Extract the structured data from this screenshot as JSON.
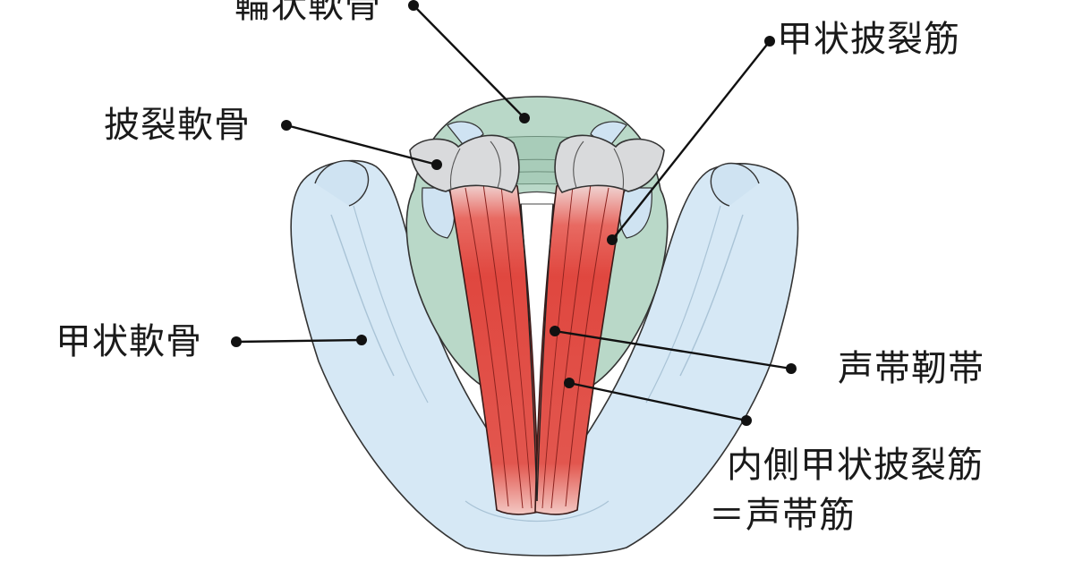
{
  "labels": {
    "cricoid": "輪状軟骨",
    "thyroarytenoid": "甲状披裂筋",
    "arytenoid": "披裂軟骨",
    "thyroid": "甲状軟骨",
    "vocal_ligament": "声帯靭帯",
    "internal_thyroarytenoid": "内側甲状披裂筋",
    "vocalis": "＝声帯筋"
  },
  "colors": {
    "thyroid_cartilage": "#d6e8f5",
    "cricoid_cartilage": "#b9d8c8",
    "arytenoid_cartilage": "#d9dadc",
    "muscle": "#e0473f",
    "leader": "#111111"
  }
}
